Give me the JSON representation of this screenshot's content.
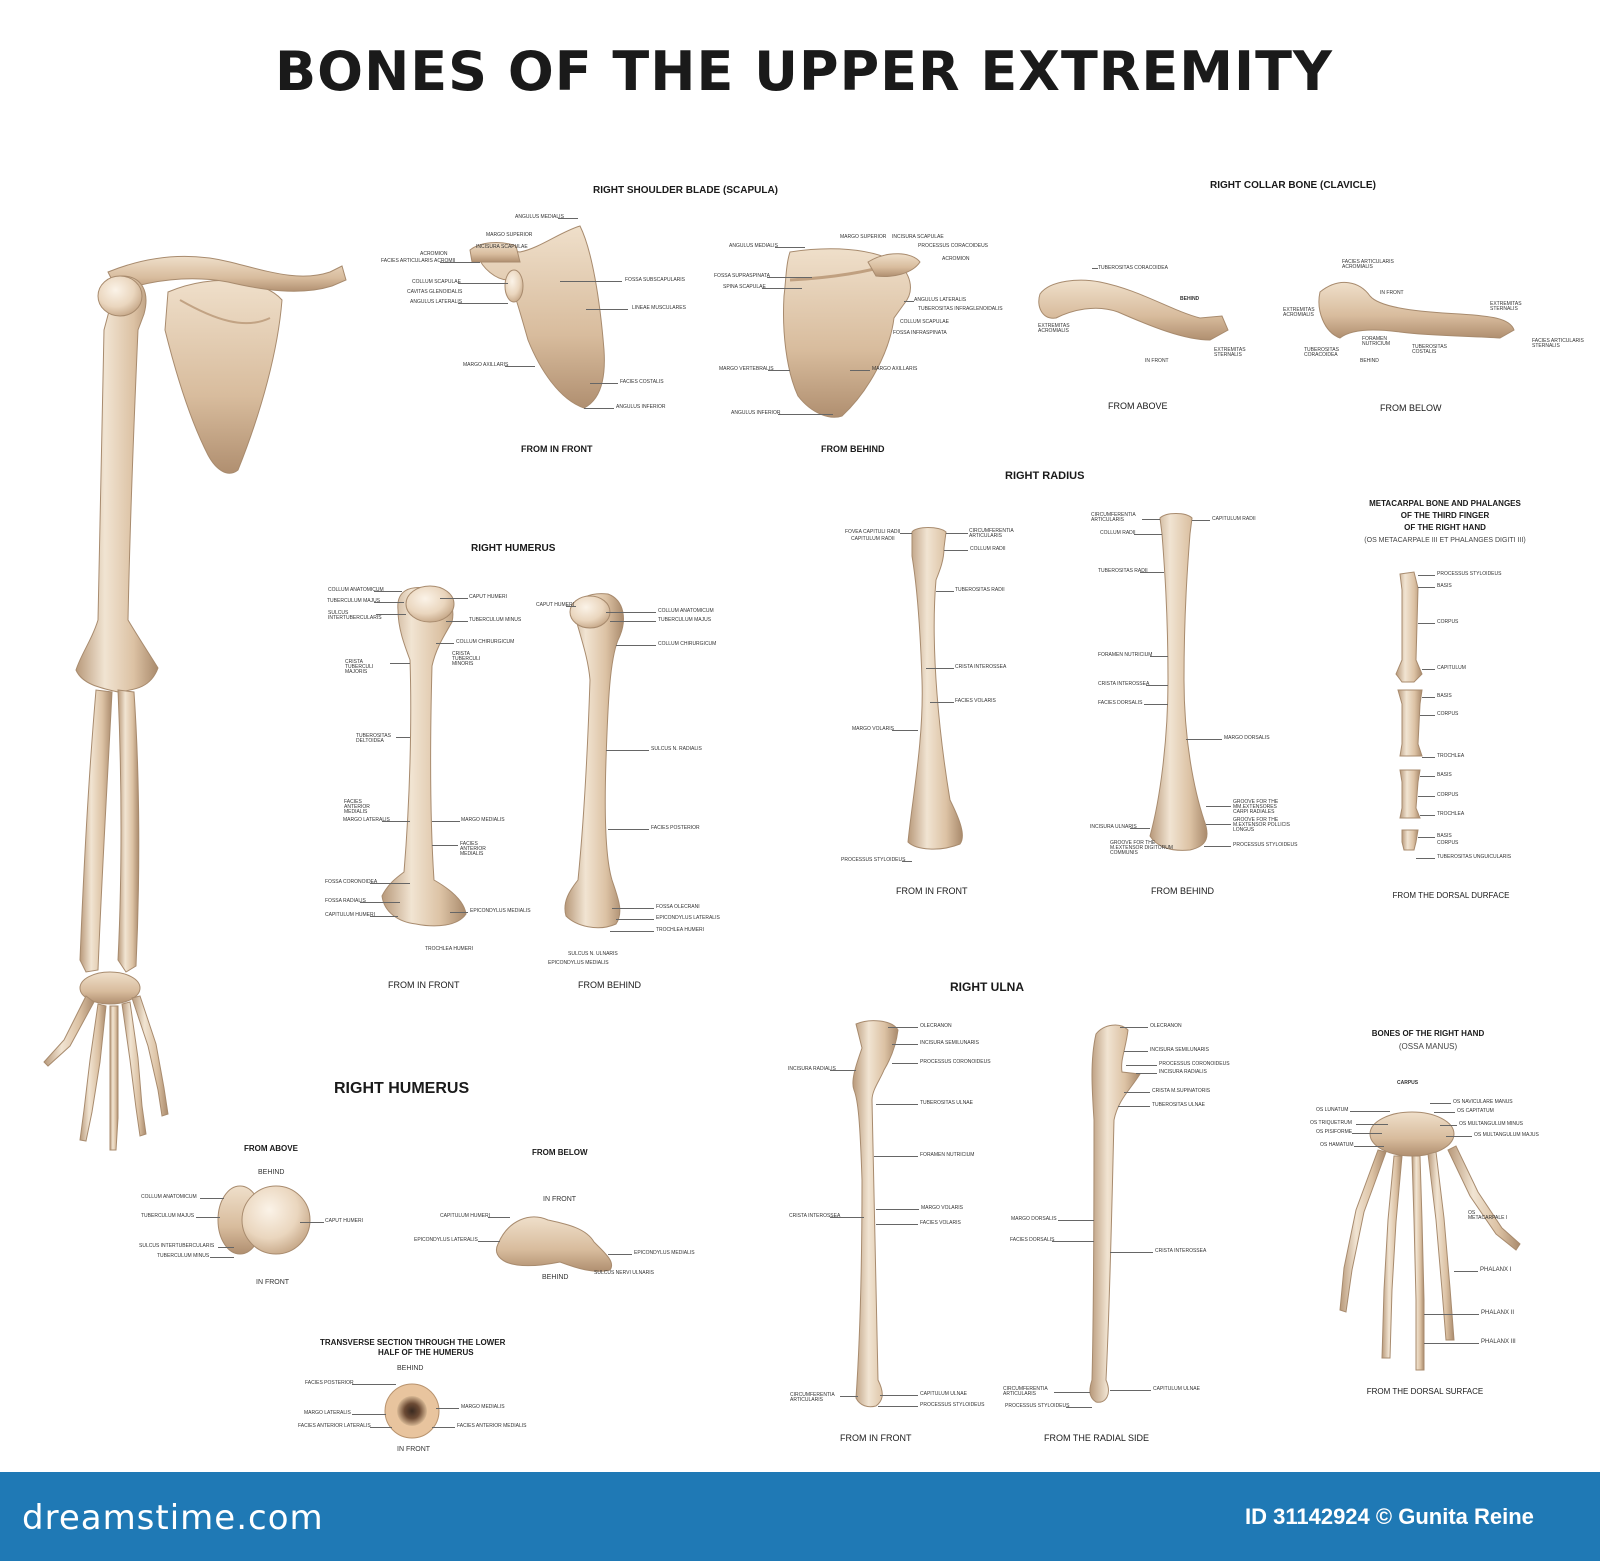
{
  "title": "BONES OF THE UPPER EXTREMITY",
  "colors": {
    "bone": "#dcc2a4",
    "bone_shadow": "#b8997a",
    "bone_light": "#f1e4d2",
    "footer": "#1f79b5"
  },
  "scapula": {
    "heading": "RIGHT SHOULDER BLADE (SCAPULA)",
    "front_caption": "FROM IN FRONT",
    "behind_caption": "FROM BEHIND",
    "front_labels": {
      "angulus_medialis": "ANGULUS MEDIALIS",
      "margo_superior": "MARGO SUPERIOR",
      "incisura_scapulae": "INCISURA SCAPULAE",
      "acromion": "ACROMION",
      "facies_articularis_acromii": "FACIES ARTICULARIS ACROMII",
      "collum_scapulae": "COLLUM SCAPULAE",
      "cavitas_glenoidalis": "CAVITAS GLENOIDALIS",
      "angulus_lateralis": "ANGULUS LATERALIS",
      "margo_axillaris": "MARGO AXILLARIS",
      "fossa_subscapularis": "FOSSA SUBSCAPULARIS",
      "lineae_musculares": "LINEAE MUSCULARES",
      "facies_costalis": "FACIES COSTALIS",
      "angulus_inferior": "ANGULUS INFERIOR"
    },
    "behind_labels": {
      "angulus_medialis": "ANGULUS MEDIALIS",
      "fossa_supraspinata": "FOSSA SUPRASPINATA",
      "spina_scapulae": "SPINA SCAPULAE",
      "margo_vertebralis": "MARGO VERTEBRALIS",
      "angulus_inferior": "ANGULUS INFERIOR",
      "margo_superior": "MARGO SUPERIOR",
      "incisura_scapulae": "INCISURA SCAPULAE",
      "processus_coracoideus": "PROCESSUS CORACOIDEUS",
      "acromion": "ACROMION",
      "angulus_lateralis": "ANGULUS LATERALIS",
      "tuberositas_infraglenoidalis": "TUBEROSITAS INFRAGLENOIDALIS",
      "collum_scapulae": "COLLUM SCAPULAE",
      "fossa_infraspinata": "FOSSA INFRASPINATA",
      "margo_axillaris": "MARGO AXILLARIS"
    }
  },
  "clavicle": {
    "heading": "RIGHT COLLAR BONE (CLAVICLE)",
    "above_caption": "FROM ABOVE",
    "below_caption": "FROM BELOW",
    "above_labels": {
      "tuberositas_coracoidea": "TUBEROSITAS CORACOIDEA",
      "behind": "BEHIND",
      "extremitas_acromialis": "EXTREMITAS ACROMIALIS",
      "in_front": "IN FRONT",
      "extremitas_sternalis": "EXTREMITAS STERNALIS"
    },
    "below_labels": {
      "facies_articularis_acromialis": "FACIES ARTICULARIS ACROMIALIS",
      "in_front": "IN FRONT",
      "extremitas_acromialis": "EXTREMITAS ACROMIALIS",
      "extremitas_sternalis": "EXTREMITAS STERNALIS",
      "foramen_nutricium": "FORAMEN NUTRICIUM",
      "tuberositas_coracoidea": "TUBEROSITAS CORACOIDEA",
      "behind": "BEHIND",
      "tuberositas_costalis": "TUBEROSITAS COSTALIS",
      "facies_articularis_sternalis": "FACIES ARTICULARIS STERNALIS"
    }
  },
  "humerus": {
    "heading": "RIGHT HUMERUS",
    "front_caption": "FROM IN FRONT",
    "behind_caption": "FROM BEHIND",
    "front_labels": {
      "collum_anatomicum": "COLLUM ANATOMICUM",
      "tuberculum_majus": "TUBERCULUM MAJUS",
      "sulcus_intertubercularis": "SULCUS INTERTUBERCULARIS",
      "crista_tuberculi_majoris": "CRISTA TUBERCULI MAJORIS",
      "tuberositas_deltoidea": "TUBEROSITAS DELTOIDEA",
      "facies_anterior_medialis": "FACIES ANTERIOR MEDIALIS",
      "margo_lateralis": "MARGO LATERALIS",
      "fossa_coronoidea": "FOSSA CORONOIDEA",
      "fossa_radialis": "FOSSA RADIALIS",
      "capitulum_humeri": "CAPITULUM HUMERI",
      "caput_humeri": "CAPUT HUMERI",
      "tuberculum_minus": "TUBERCULUM MINUS",
      "collum_chirurgicum": "COLLUM CHIRURGICUM",
      "crista_tuberculi_minoris": "CRISTA TUBERCULI MINORIS",
      "margo_medialis": "MARGO MEDIALIS",
      "facies_anterior_medialis_2": "FACIES ANTERIOR MEDIALIS",
      "epicondylus_medialis": "EPICONDYLUS MEDIALIS",
      "trochlea_humeri": "TROCHLEA HUMERI"
    },
    "behind_labels": {
      "caput_humeri": "CAPUT HUMERI",
      "collum_anatomicum": "COLLUM ANATOMICUM",
      "tuberculum_majus": "TUBERCULUM MAJUS",
      "collum_chirurgicum": "COLLUM CHIRURGICUM",
      "sulcus_n_radialis": "SULCUS N. RADIALIS",
      "facies_posterior": "FACIES POSTERIOR",
      "fossa_olecrani": "FOSSA OLECRANI",
      "epicondylus_lateralis": "EPICONDYLUS LATERALIS",
      "trochlea_humeri": "TROCHLEA HUMERI",
      "sulcus_n_ulnaris": "SULCUS N. ULNARIS",
      "epicondylus_medialis": "EPICONDYLUS MEDIALIS"
    }
  },
  "humerus_ends": {
    "heading": "RIGHT HUMERUS",
    "above_caption": "FROM ABOVE",
    "below_caption": "FROM BELOW",
    "above_labels": {
      "behind": "BEHIND",
      "collum_anatomicum": "COLLUM ANATOMICUM",
      "tuberculum_majus": "TUBERCULUM MAJUS",
      "sulcus_intertubercularis": "SULCUS INTERTUBERCULARIS",
      "tuberculum_minus": "TUBERCULUM MINUS",
      "caput_humeri": "CAPUT HUMERI",
      "in_front": "IN FRONT"
    },
    "below_labels": {
      "in_front": "IN FRONT",
      "capitulum_humeri": "CAPITULUM HUMERI",
      "epicondylus_lateralis": "EPICONDYLUS LATERALIS",
      "epicondylus_medialis": "EPICONDYLUS MEDIALIS",
      "sulcus_nervi_ulnaris": "SULCUS NERVI ULNARIS",
      "behind": "BEHIND"
    },
    "section_heading_line1": "TRANSVERSE SECTION THROUGH THE LOWER",
    "section_heading_line2": "HALF OF THE HUMERUS",
    "section_labels": {
      "behind": "BEHIND",
      "facies_posterior": "FACIES POSTERIOR",
      "margo_lateralis": "MARGO LATERALIS",
      "facies_anterior_lateralis": "FACIES ANTERIOR LATERALIS",
      "margo_medialis": "MARGO MEDIALIS",
      "facies_anterior_medialis": "FACIES ANTERIOR MEDIALIS",
      "in_front": "IN FRONT"
    }
  },
  "radius": {
    "heading": "RIGHT RADIUS",
    "front_caption": "FROM IN FRONT",
    "behind_caption": "FROM BEHIND",
    "front_labels": {
      "fovea_capituli_radii": "FOVEA CAPITULI RADII",
      "capitulum_radii": "CAPITULUM RADII",
      "circumferentia_articularis": "CIRCUMFERENTIA ARTICULARIS",
      "collum_radii": "COLLUM RADII",
      "tuberositas_radii": "TUBEROSITAS RADII",
      "crista_interossea": "CRISTA INTEROSSEA",
      "facies_volaris": "FACIES VOLARIS",
      "margo_volaris": "MARGO VOLARIS",
      "processus_styloideus": "PROCESSUS STYLOIDEUS"
    },
    "behind_labels": {
      "circumferentia_articularis": "CIRCUMFERENTIA ARTICULARIS",
      "collum_radii": "COLLUM RADII",
      "capitulum_radii": "CAPITULUM RADII",
      "tuberositas_radii": "TUBEROSITAS RADII",
      "foramen_nutricium": "FORAMEN NUTRICIUM",
      "crista_interossea": "CRISTA INTEROSSEA",
      "facies_dorsalis": "FACIES DORSALIS",
      "margo_dorsalis": "MARGO DORSALIS",
      "groove_carpi_radiales": "GROOVE FOR THE MM.EXTENSORES CARPI RADIALES",
      "groove_pollicis_longus": "GROOVE FOR THE M.EXTENSOR POLLICIS LONGUS",
      "incisura_ulnaris": "INCISURA ULNARIS",
      "groove_digitorum": "GROOVE FOR THE M.EXTENSOR DIGITORUM COMMUNIS",
      "processus_styloideus": "PROCESSUS STYLOIDEUS"
    }
  },
  "finger": {
    "heading_line1": "METACARPAL BONE AND PHALANGES",
    "heading_line2": "OF THE THIRD FINGER",
    "heading_line3": "OF THE RIGHT HAND",
    "subheading": "(OS METACARPALE III ET PHALANGES DIGITI III)",
    "caption": "FROM THE DORSAL DURFACE",
    "labels": {
      "processus_styloideus": "PROCESSUS STYLOIDEUS",
      "basis1": "BASIS",
      "corpus1": "CORPUS",
      "capitulum": "CAPITULUM",
      "basis2": "BASIS",
      "corpus2": "CORPUS",
      "trochlea1": "TROCHLEA",
      "basis3": "BASIS",
      "corpus3": "CORPUS",
      "trochlea2": "TROCHLEA",
      "basis4": "BASIS",
      "corpus4": "CORPUS",
      "tuberositas_unguicularis": "TUBEROSITAS UNGUICULARIS"
    }
  },
  "ulna": {
    "heading": "RIGHT ULNA",
    "front_caption": "FROM IN FRONT",
    "radial_caption": "FROM THE RADIAL SIDE",
    "front_labels": {
      "olecranon": "OLECRANON",
      "incisura_semilunaris": "INCISURA SEMILUNARIS",
      "incisura_radialis": "INCISURA RADIALIS",
      "processus_coronoideus": "PROCESSUS CORONOIDEUS",
      "tuberositas_ulnae": "TUBEROSITAS ULNAE",
      "foramen_nutricium": "FORAMEN NUTRICIUM",
      "crista_interossea": "CRISTA INTEROSSEA",
      "margo_volaris": "MARGO VOLARIS",
      "facies_volaris": "FACIES VOLARIS",
      "circumferentia_articularis": "CIRCUMFERENTIA ARTICULARIS",
      "capitulum_ulnae": "CAPITULUM ULNAE",
      "processus_styloideus": "PROCESSUS STYLOIDEUS"
    },
    "radial_labels": {
      "olecranon": "OLECRANON",
      "incisura_semilunaris": "INCISURA SEMILUNARIS",
      "processus_coronoideus": "PROCESSUS CORONOIDEUS",
      "incisura_radialis": "INCISURA RADIALIS",
      "crista_m_supinatoris": "CRISTA M.SUPINATORIS",
      "tuberositas_ulnae": "TUBEROSITAS ULNAE",
      "margo_dorsalis": "MARGO DORSALIS",
      "facies_dorsalis": "FACIES DORSALIS",
      "crista_interossea": "CRISTA INTEROSSEA",
      "circumferentia_articularis": "CIRCUMFERENTIA ARTICULARIS",
      "processus_styloideus": "PROCESSUS STYLOIDEUS",
      "capitulum_ulnae": "CAPITULUM ULNAE"
    }
  },
  "hand": {
    "heading": "BONES OF THE RIGHT HAND",
    "subheading": "(OSSA MANUS)",
    "caption": "FROM THE DORSAL SURFACE",
    "labels": {
      "carpus": "CARPUS",
      "os_lunatum": "OS LUNATUM",
      "os_triquetrum": "OS TRIQUETRUM",
      "os_pisiforme": "OS PISIFORME",
      "os_hamatum": "OS HAMATUM",
      "os_naviculare_manus": "OS NAVICULARE MANUS",
      "os_capitatum": "OS CAPITATUM",
      "os_multangulum_minus": "OS MULTANGULUM MINUS",
      "os_multangulum_majus": "OS MULTANGULUM MAJUS",
      "os_metacarpale_i": "OS METACARPALE I",
      "phalanx_i": "PHALANX I",
      "phalanx_ii": "PHALANX II",
      "phalanx_iii": "PHALANX III"
    }
  },
  "footer": {
    "site": "dreamstime.com",
    "credit": "ID 31142924 © Gunita Reine"
  }
}
